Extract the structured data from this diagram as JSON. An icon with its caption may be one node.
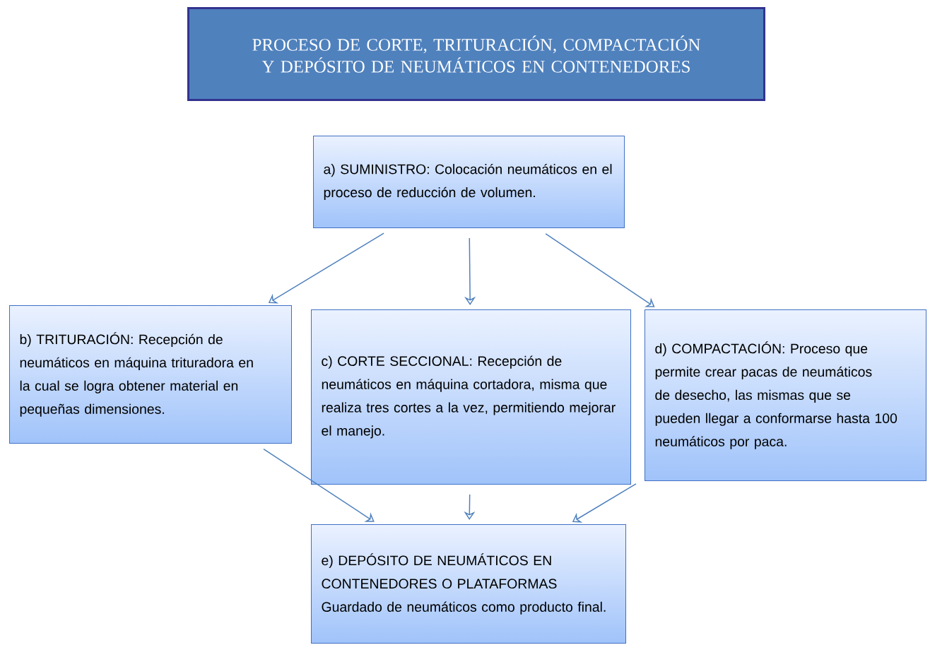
{
  "diagram": {
    "title": "PROCESO DE CORTE, TRITURACIÓN, COMPACTACIÓN Y DEPÓSITO DE NEUMÁTICOS EN CONTENEDORES",
    "nodes": [
      {
        "text": [
          "a) SUMINISTRO: Colocación neumáticos en el proceso de reducción de volumen."
        ]
      },
      {
        "text": [
          "b) TRITURACIÓN: Recepción de neumáticos en máquina trituradora en la cual se logra obtener material en pequeñas dimensiones."
        ]
      },
      {
        "text": [
          "c) CORTE SECCIONAL: Recepción de neumáticos en máquina cortadora, misma que realiza tres cortes a la vez, permitiendo mejorar el manejo."
        ]
      },
      {
        "text": [
          "d) COMPACTACIÓN: Proceso que permite crear pacas de neumáticos de desecho, las mismas que se pueden llegar a conformarse hasta 100 neumáticos por paca."
        ]
      },
      {
        "text": [
          "e) DEPÓSITO DE NEUMÁTICOS EN CONTENEDORES O PLATAFORMAS",
          "Guardado de neumáticos como producto final."
        ]
      }
    ],
    "edges": [
      {
        "from": 0,
        "to": 1,
        "arrow": "to"
      },
      {
        "from": 0,
        "to": 2,
        "arrow": "to"
      },
      {
        "from": 0,
        "to": 3,
        "arrow": "to"
      },
      {
        "from": 1,
        "to": 4,
        "arrow": "to"
      },
      {
        "from": 2,
        "to": 4,
        "arrow": "to"
      },
      {
        "from": 3,
        "to": 4,
        "arrow": "to"
      }
    ]
  }
}
